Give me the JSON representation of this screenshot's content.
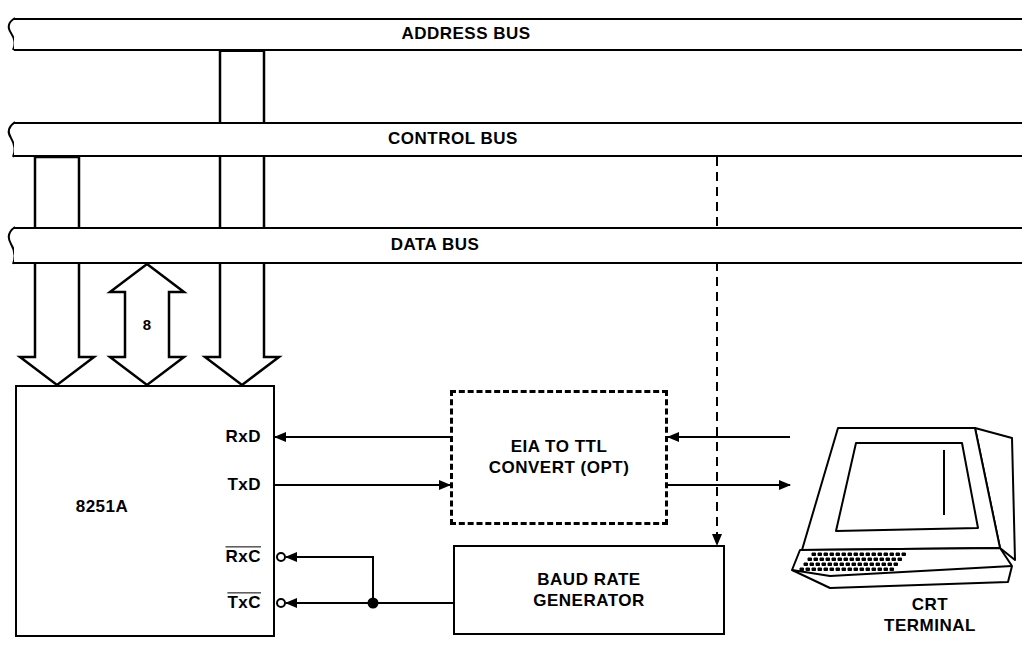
{
  "diagram": {
    "nodes": [
      {
        "text": [
          "ADDRESS BUS"
        ]
      },
      {
        "text": [
          "CONTROL BUS"
        ]
      },
      {
        "text": [
          "DATA BUS"
        ]
      },
      {
        "text": [
          "8251A",
          "RxD",
          "TxD",
          "RxC",
          "TxC"
        ]
      },
      {
        "text": [
          "EIA TO TTL CONVERT (OPT)"
        ]
      },
      {
        "text": [
          "BAUD RATE GENERATOR"
        ]
      },
      {
        "text": [
          "CRT TERMINAL"
        ]
      }
    ],
    "edges": [
      {
        "from": 0,
        "to": 3,
        "arrow": "to"
      },
      {
        "from": 1,
        "to": 3,
        "arrow": "to"
      },
      {
        "from": 2,
        "to": 3,
        "arrow": "both",
        "label": "8"
      },
      {
        "from": 4,
        "to": 3,
        "arrow": "to"
      },
      {
        "from": 3,
        "to": 4,
        "arrow": "to"
      },
      {
        "from": 6,
        "to": 4,
        "arrow": "to"
      },
      {
        "from": 4,
        "to": 6,
        "arrow": "to"
      },
      {
        "from": 5,
        "to": 3,
        "arrow": "to"
      },
      {
        "from": 5,
        "to": 3,
        "arrow": "to"
      },
      {
        "from": 1,
        "to": 5,
        "arrow": "to"
      }
    ]
  }
}
